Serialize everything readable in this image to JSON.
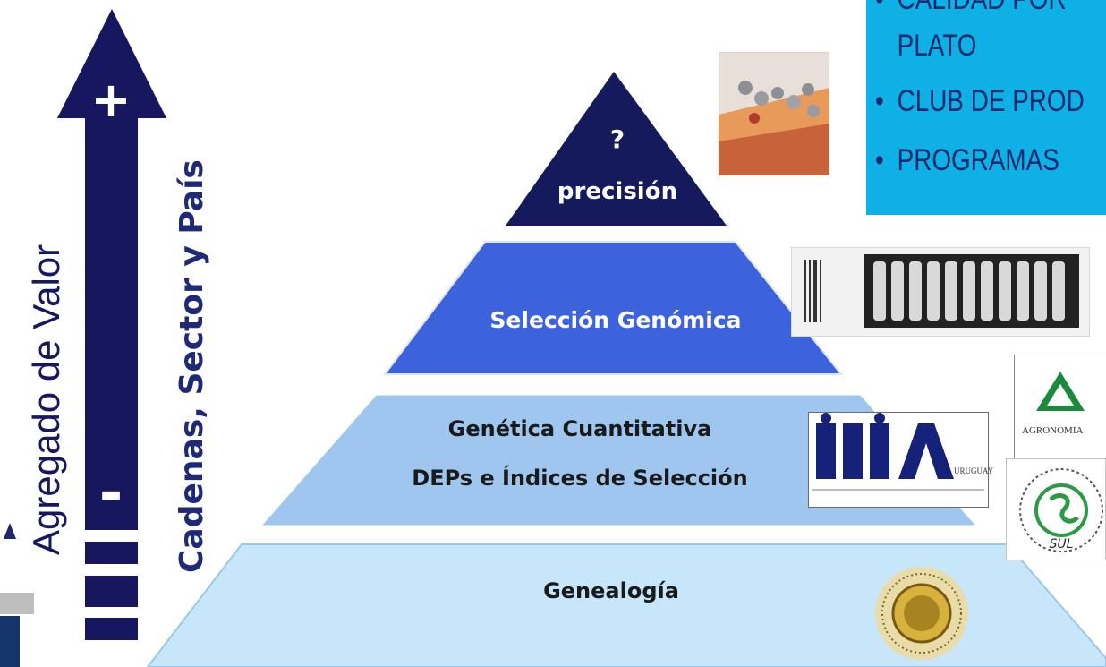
{
  "left_axis": {
    "arrow_plus": "+",
    "arrow_minus": "-",
    "label_value": "Agregado de Valor",
    "label_chains": "Cadenas, Sector y País"
  },
  "pyramid": {
    "tiers": [
      {
        "id": "top",
        "lines": [
          "?",
          "precisión"
        ],
        "color": "#141a5c"
      },
      {
        "id": "genomic",
        "lines": [
          "Selección Genómica"
        ],
        "color": "#3d63dc"
      },
      {
        "id": "quantitative",
        "lines": [
          "Genética Cuantitativa",
          "DEPs e Índices de Selección"
        ],
        "color": "#9fc6ef"
      },
      {
        "id": "genealogy",
        "lines": [
          "Genealogía"
        ],
        "color": "#c7e6fa"
      }
    ]
  },
  "info_box": {
    "items": [
      "CALIDAD POR",
      "PLATO",
      "CLUB DE PROD",
      "PROGRAMAS"
    ],
    "bullet": "•",
    "color": "#0fb0e6"
  },
  "logos": {
    "inia_text": "INIA",
    "inia_suffix": "URUGUAY",
    "agronomia": "AGRONOMIA",
    "sul": "SUL"
  }
}
